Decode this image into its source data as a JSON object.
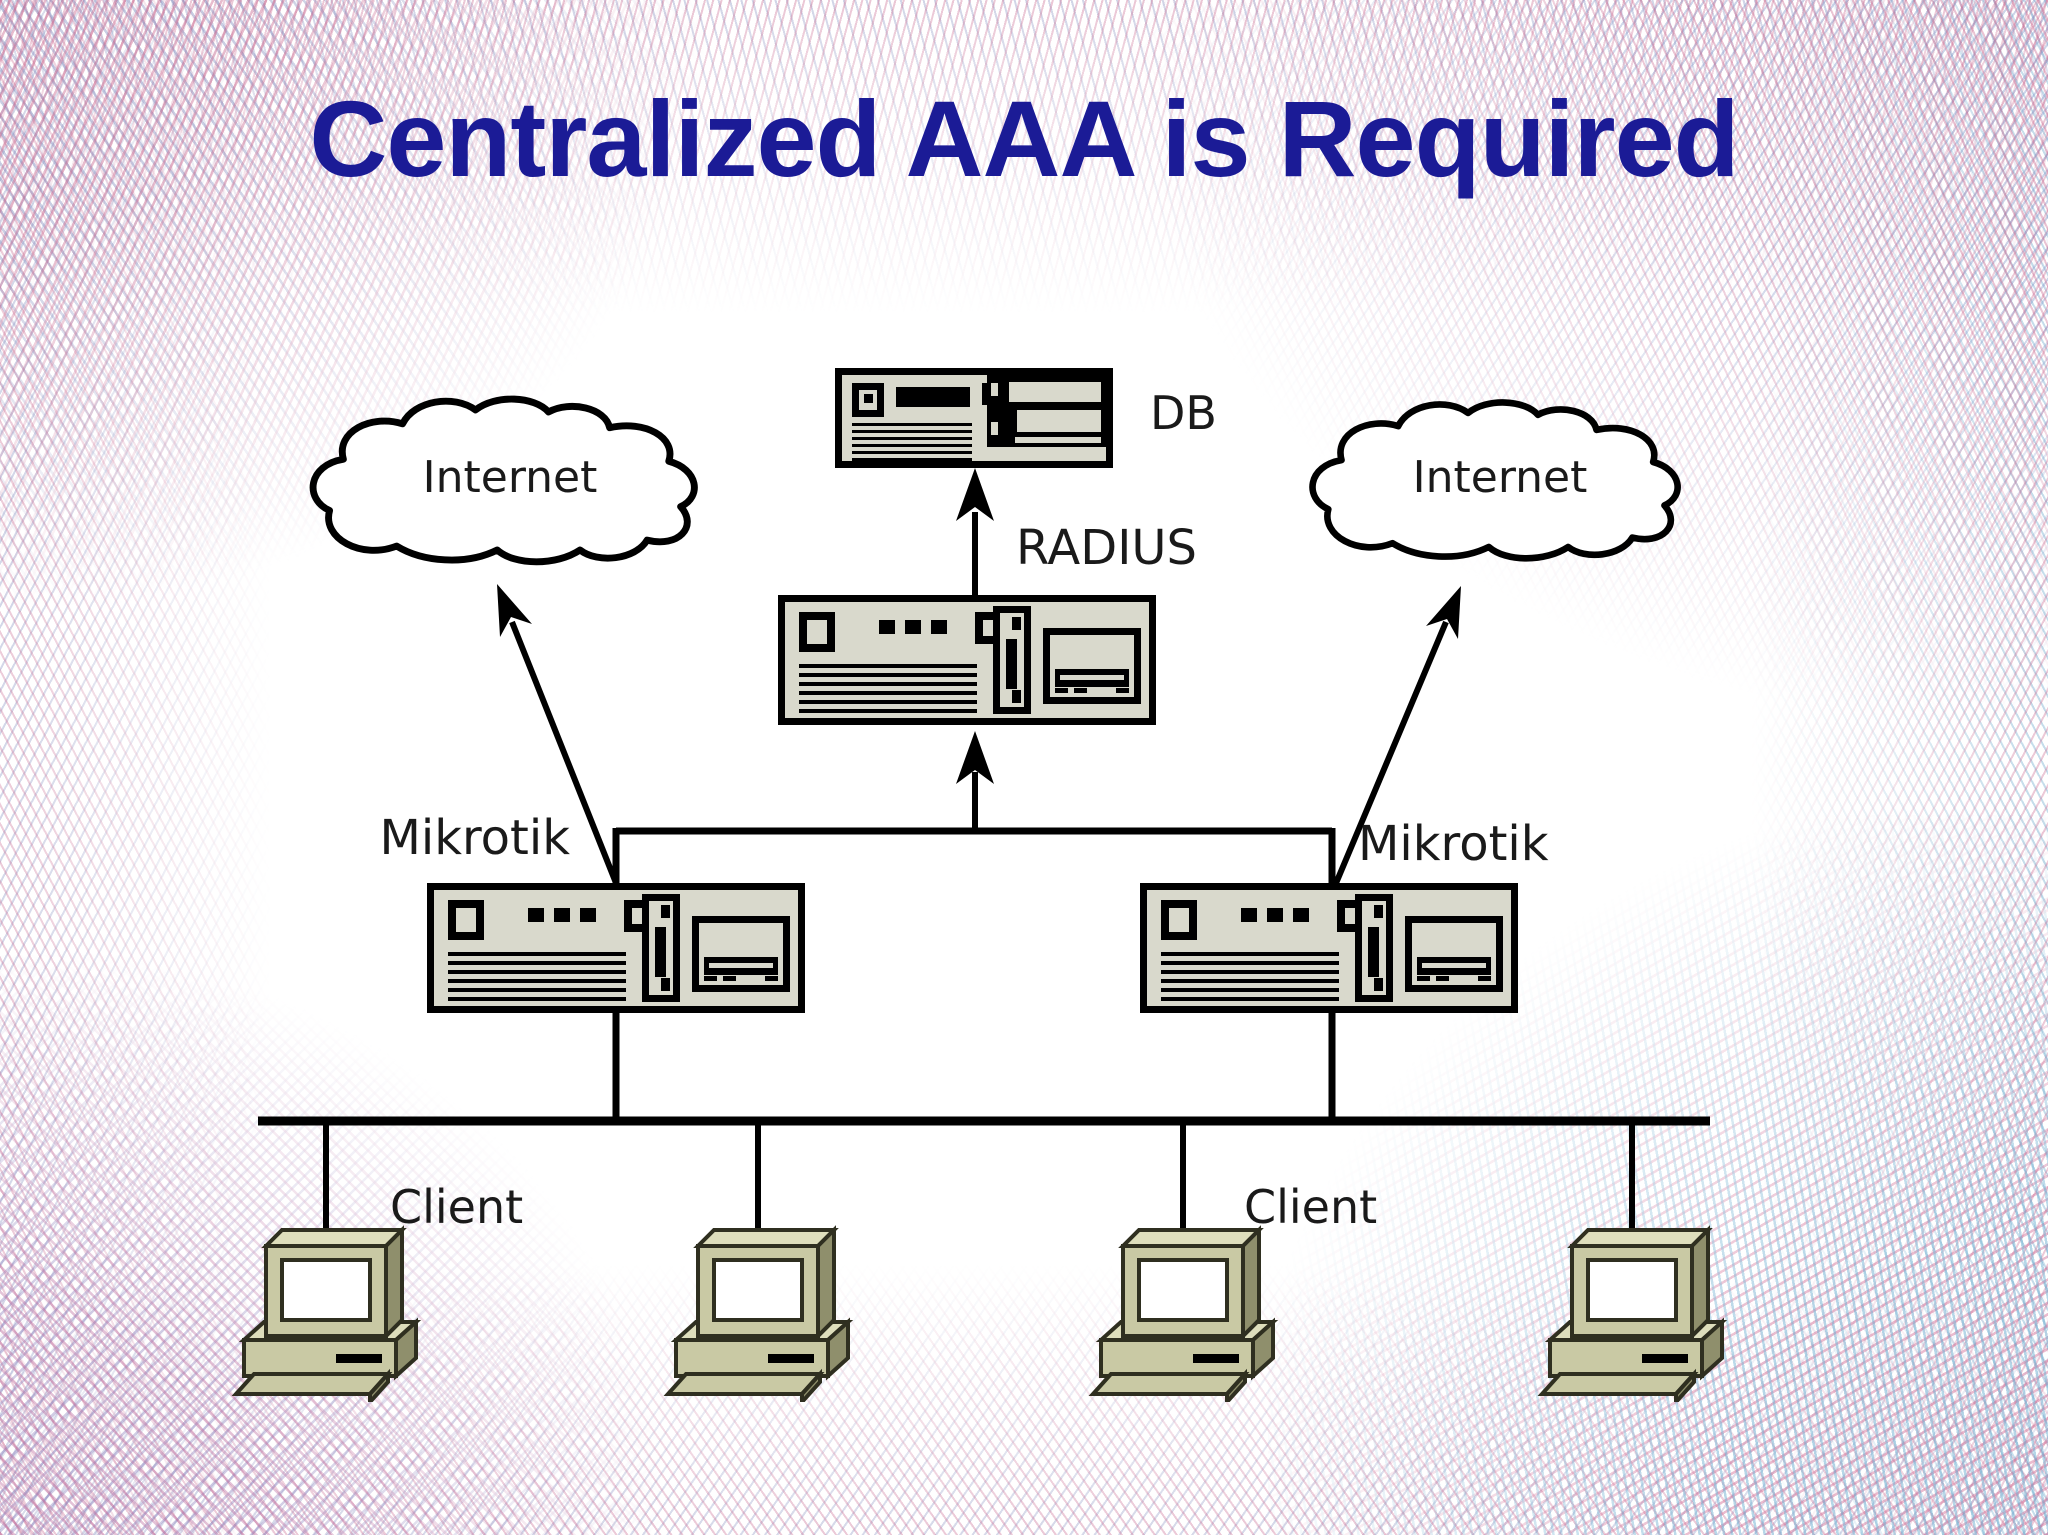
{
  "slide": {
    "title": "Centralized AAA is Required",
    "title_color": "#1b1b96"
  },
  "diagram": {
    "internet_left": {
      "label": "Internet"
    },
    "internet_right": {
      "label": "Internet"
    },
    "db_server": {
      "label": "DB"
    },
    "radius_server": {
      "label": "RADIUS"
    },
    "mikrotik_left": {
      "label": "Mikrotik"
    },
    "mikrotik_right": {
      "label": "Mikrotik"
    },
    "client_left": {
      "label": "Client"
    },
    "client_right": {
      "label": "Client"
    },
    "colors": {
      "line": "#000000",
      "server_body": "#d9d9cc",
      "client_body": "#c9c9a4",
      "client_shade": "#8f8f6c",
      "client_light": "#dedebc",
      "mesh_pink": "#cb6c92",
      "mesh_blue": "#828cbe",
      "mesh_cyan": "#6eafd2",
      "title_navy": "#1b1b96"
    }
  }
}
